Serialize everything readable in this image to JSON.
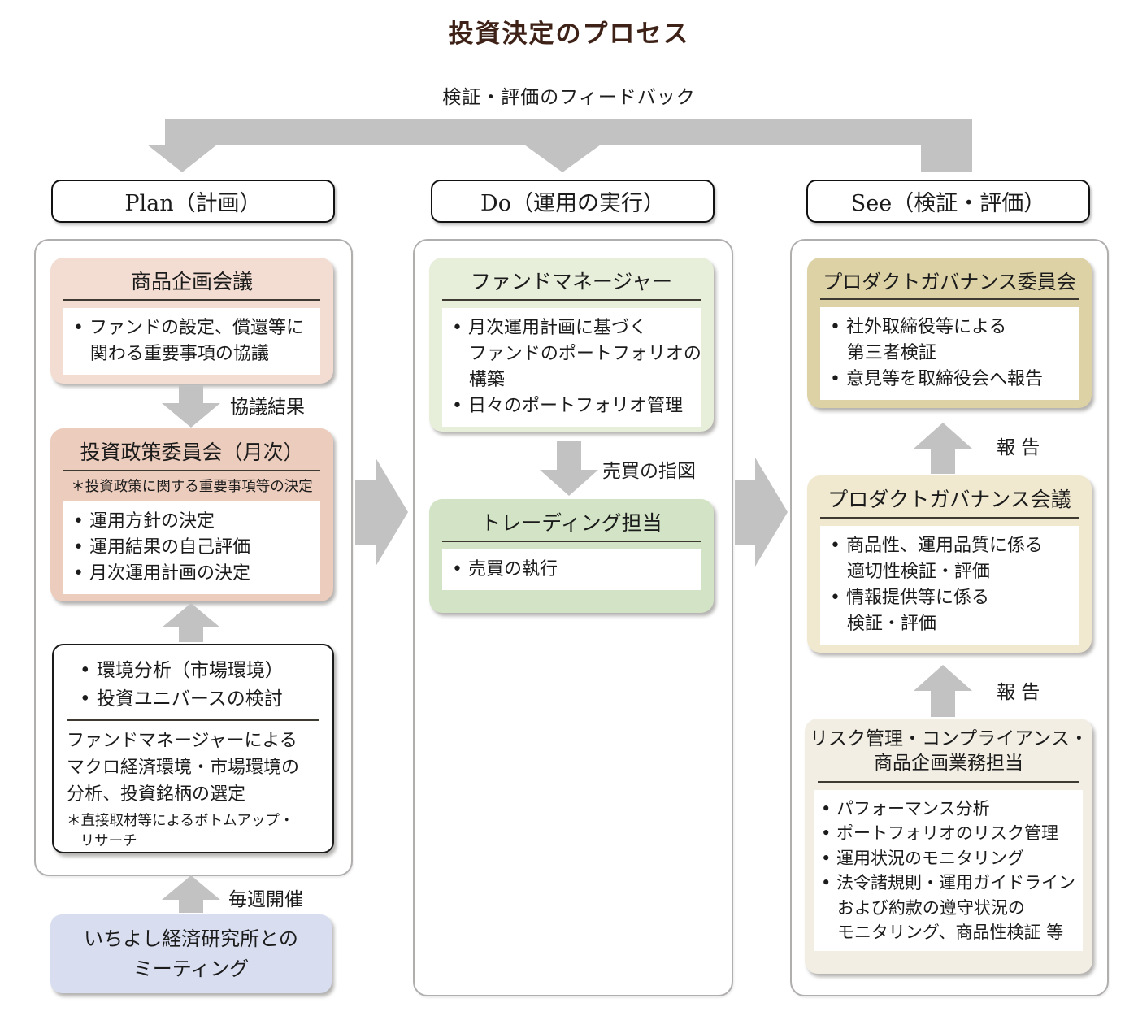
{
  "title": "投資決定のプロセス",
  "feedback": {
    "label": "検証・評価のフィードバック"
  },
  "plan": {
    "header": "Plan（計画）",
    "box1": {
      "title": "商品企画会議",
      "lines": [
        "• ファンドの設定、償還等に",
        "関わる重要事項の協議"
      ]
    },
    "arrow1_label": "協議結果",
    "box2": {
      "title": "投資政策委員会（月次）",
      "note": "＊投資政策に関する重要事項等の決定",
      "lines": [
        "• 運用方針の決定",
        "• 運用結果の自己評価",
        "• 月次運用計画の決定"
      ]
    },
    "box3": {
      "top_lines": [
        "• 環境分析（市場環境）",
        "• 投資ユニバースの検討"
      ],
      "para_lines": [
        "ファンドマネージャーによる",
        "マクロ経済環境・市場環境の",
        "分析、投資銘柄の選定"
      ],
      "note_lines": [
        "＊直接取材等によるボトムアップ・",
        "リサーチ"
      ]
    },
    "arrow3_label": "毎週開催",
    "meeting_box": {
      "lines": [
        "いちよし経済研究所との",
        "ミーティング"
      ]
    }
  },
  "do": {
    "header": "Do（運用の実行）",
    "box1": {
      "title": "ファンドマネージャー",
      "lines": [
        "• 月次運用計画に基づく",
        "ファンドのポートフォリオの",
        "構築",
        "• 日々のポートフォリオ管理"
      ]
    },
    "arrow_label": "売買の指図",
    "box2": {
      "title": "トレーディング担当",
      "lines": [
        "• 売買の執行"
      ]
    }
  },
  "see": {
    "header": "See（検証・評価）",
    "box1": {
      "title": "プロダクトガバナンス委員会",
      "lines": [
        "• 社外取締役等による",
        "第三者検証",
        "• 意見等を取締役会へ報告"
      ]
    },
    "arrow1_label": "報 告",
    "box2": {
      "title": "プロダクトガバナンス会議",
      "lines": [
        "• 商品性、運用品質に係る",
        "適切性検証・評価",
        "• 情報提供等に係る",
        "検証・評価"
      ]
    },
    "arrow2_label": "報 告",
    "box3": {
      "title_lines": [
        "リスク管理・コンプライアンス・",
        "商品企画業務担当"
      ],
      "lines": [
        "• パフォーマンス分析",
        "• ポートフォリオのリスク管理",
        "• 運用状況のモニタリング",
        "• 法令諸規則・運用ガイドライン",
        "および約款の遵守状況の",
        "モニタリング、商品性検証 等"
      ]
    }
  },
  "colors": {
    "title_text": "#3e2217",
    "arrow_gray": "#c2c2c2",
    "container_border": "#b1aeae",
    "plan_box1_bg": "#f3ddd2",
    "plan_box2_bg": "#ecccbc",
    "meeting_box_bg": "#d8def0",
    "do_box1_bg": "#e7eeda",
    "do_box2_bg": "#d2e4c5",
    "see_box1_bg": "#ddd2a6",
    "see_box2_bg": "#f0e9d0",
    "see_box3_bg": "#f2eee3"
  }
}
